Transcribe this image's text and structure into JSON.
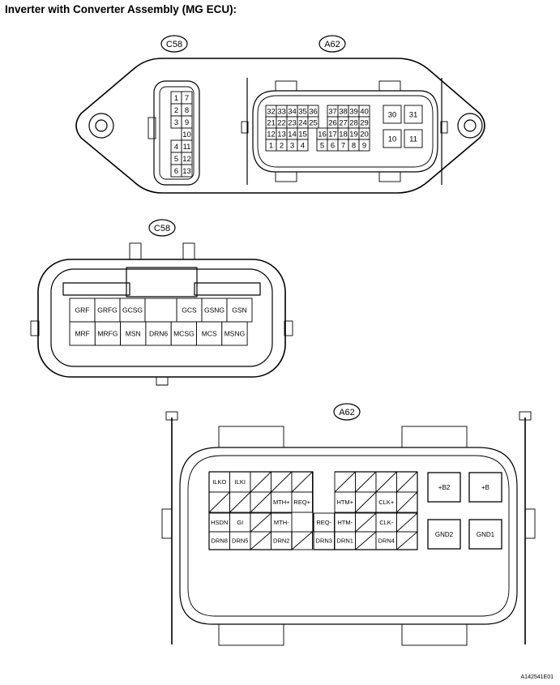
{
  "title": "Inverter with Converter Assembly (MG ECU):",
  "figure_code": "A142541E01",
  "top_view": {
    "c58_label": "C58",
    "a62_label": "A62",
    "c58_pins": [
      [
        "1",
        "7"
      ],
      [
        "2",
        "8"
      ],
      [
        "3",
        "9"
      ],
      [
        "",
        "10"
      ],
      [
        "4",
        "11"
      ],
      [
        "5",
        "12"
      ],
      [
        "6",
        "13"
      ]
    ],
    "a62_main_rows": [
      [
        "32",
        "33",
        "34",
        "35",
        "36",
        "",
        "37",
        "38",
        "39",
        "40"
      ],
      [
        "21",
        "22",
        "23",
        "24",
        "25",
        "",
        "26",
        "27",
        "28",
        "29"
      ],
      [
        "12",
        "13",
        "14",
        "15",
        "",
        "16",
        "17",
        "18",
        "19",
        "20"
      ],
      [
        "1",
        "2",
        "3",
        "4",
        "",
        "5",
        "6",
        "7",
        "8",
        "9"
      ]
    ],
    "a62_big_pins": [
      "30",
      "31",
      "10",
      "11"
    ]
  },
  "c58_detail": {
    "label": "C58",
    "top_row": [
      "GRF",
      "GRFG",
      "GCSG",
      "",
      "",
      "GCS",
      "GSNG",
      "GSN"
    ],
    "bottom_row": [
      "MRF",
      "MRFG",
      "MSN",
      "DRN6",
      "MCSG",
      "MCS",
      "MSNG"
    ]
  },
  "a62_detail": {
    "label": "A62",
    "grid_rows": [
      [
        "ILKO",
        "ILKI",
        "",
        "",
        "",
        "",
        "",
        "",
        "",
        "",
        ""
      ],
      [
        "",
        "",
        "",
        "MTH+",
        "REQ+",
        "",
        "HTM+",
        "",
        "CLK+",
        ""
      ],
      [
        "HSDN",
        "GI",
        "",
        "MTH-",
        "",
        "REQ-",
        "HTM-",
        "",
        "CLK-",
        ""
      ],
      [
        "DRN8",
        "DRN5",
        "",
        "DRN2",
        "",
        "DRN3",
        "DRN1",
        "",
        "DRN4",
        ""
      ]
    ],
    "big_pins": [
      "+B2",
      "+B",
      "GND2",
      "GND1"
    ]
  }
}
